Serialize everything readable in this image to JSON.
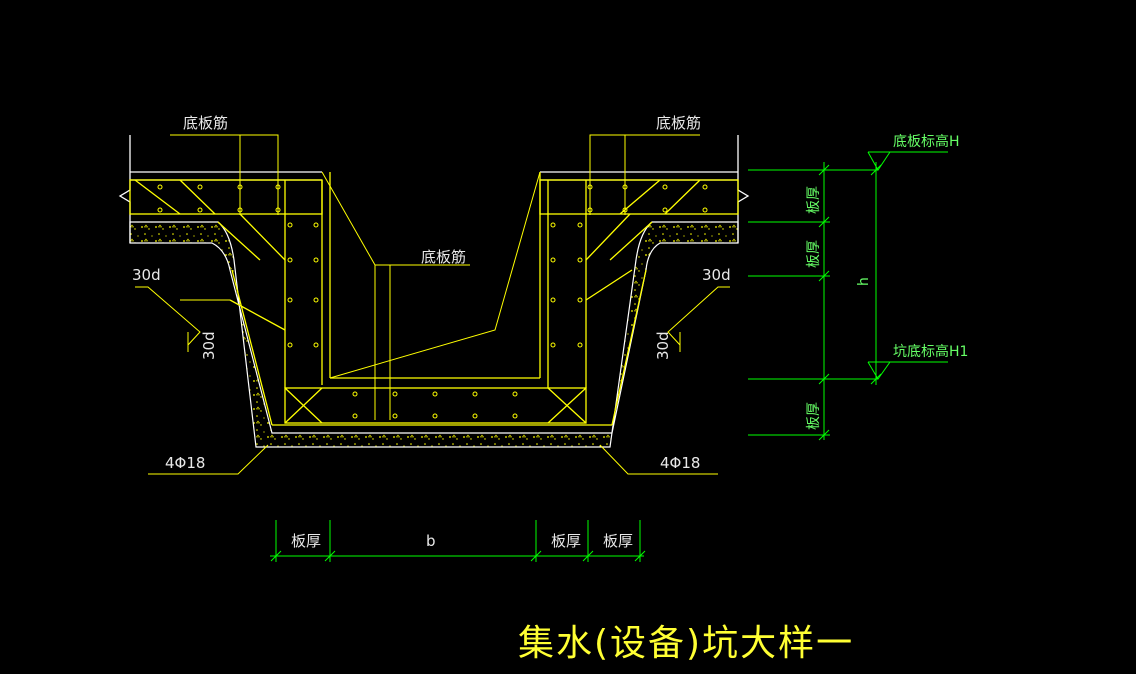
{
  "drawing": {
    "title": "集水(设备)坑大样一",
    "labels": {
      "rebar_top_left": "底板筋",
      "rebar_top_right": "底板筋",
      "rebar_center": "底板筋",
      "lap_left_h": "30d",
      "lap_left_v": "30d",
      "lap_right_h": "30d",
      "lap_right_v": "30d",
      "bar_left": "4Φ18",
      "bar_right": "4Φ18"
    },
    "elevations": {
      "top": "底板标高H",
      "pit_bottom": "坑底标高H1"
    },
    "vertical_dims": {
      "slab_1": "板厚",
      "slab_2": "板厚",
      "pit_height": "h",
      "slab_3": "板厚"
    },
    "horizontal_dims": {
      "left_wall": "板厚",
      "width": "b",
      "right_wall_1": "板厚",
      "right_wall_2": "板厚"
    },
    "colors": {
      "background": "#000000",
      "structure": "#ffff00",
      "outline": "#ffffff",
      "dimension": "#00ff00",
      "leader": "#ffff00"
    }
  }
}
